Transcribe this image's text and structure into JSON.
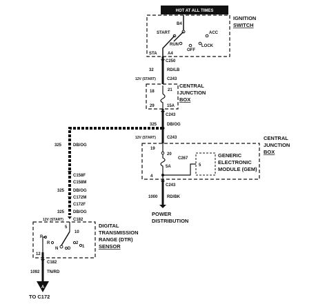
{
  "ignition": {
    "hot_label": "HOT AT ALL TIMES",
    "title1": "IGNITION",
    "title2": "SWITCH",
    "b4": "B4",
    "start": "START",
    "acc": "ACC",
    "run": "RUN",
    "off": "OFF",
    "lock": "LOCK",
    "sta": "STA",
    "a4": "A4"
  },
  "wire_top": {
    "conn1": "C250",
    "gauge": "32",
    "color": "RD/LB",
    "conn2_note": "12V (START)",
    "conn2": "C243"
  },
  "cjb_top": {
    "pin1": "18",
    "pin2": "21",
    "pin3": "29",
    "fuse": "15A",
    "title1": "CENTRAL",
    "title2": "JUNCTION",
    "title3": "BOX"
  },
  "mid": {
    "conn_c243_a": "C243",
    "gauge": "325",
    "color": "DB/OG",
    "note": "12V (START)",
    "conn_c243_b": "C243"
  },
  "cjb_main": {
    "pin19": "19",
    "pin20": "20",
    "fuse": "5A",
    "pin4": "4",
    "c267": "C267",
    "pin5": "5",
    "gem1": "GENERIC",
    "gem2": "ELECTRONIC",
    "gem3": "MODULE (GEM)",
    "title1": "CENTRAL",
    "title2": "JUNCTION",
    "title3": "BOX",
    "c243_bottom": "C243"
  },
  "power": {
    "gauge": "1000",
    "color": "RD/BK",
    "label1": "POWER",
    "label2": "DISTRIBUTION"
  },
  "left_run": {
    "gauge1": "325",
    "color1": "DB/OG",
    "c158f": "C158F",
    "c158m": "C158M",
    "gauge2": "325",
    "color2": "DB/OG",
    "c172m": "C172M",
    "c172f": "C172F",
    "gauge3": "325",
    "color3": "DB/OG",
    "c182": "C182",
    "note": "12V (START)"
  },
  "dtr": {
    "title1": "DIGITAL",
    "title2": "TRANSMISSION",
    "title3": "RANGE (DTR)",
    "title4": "SENSOR",
    "pin5": "5",
    "pin10": "10",
    "p": "P",
    "r": "R",
    "n": "N",
    "d": "D",
    "two": "2",
    "one": "1",
    "pin12": "12",
    "c182": "C182"
  },
  "bottom": {
    "gauge": "1092",
    "color": "TN/RD",
    "ref": "A",
    "to": "TO C172"
  }
}
